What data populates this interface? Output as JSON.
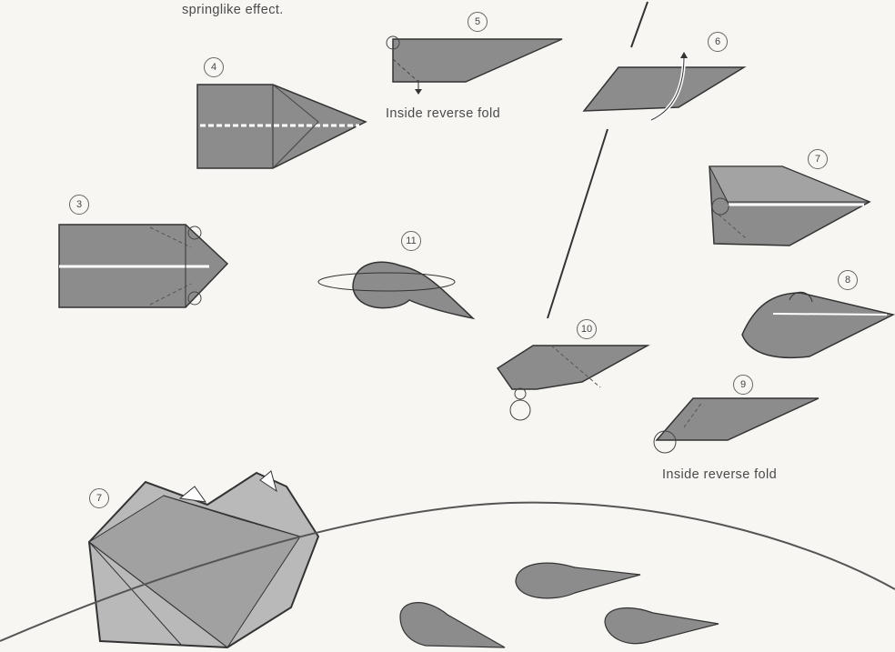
{
  "captions": {
    "top_fragment": "springlike effect.",
    "step5_note": "Inside reverse fold",
    "step9_note": "Inside reverse fold"
  },
  "steps": {
    "s3": "3",
    "s4": "4",
    "s5": "5",
    "s6": "6",
    "s7": "7",
    "s8": "8",
    "s9": "9",
    "s10": "10",
    "s11": "11",
    "s7_model": "7"
  },
  "colors": {
    "paper_fill": "#8c8c8c",
    "paper_dark": "#6f6f6f",
    "paper_light": "#b9b9b9",
    "line": "#3a3a3a",
    "background": "#f7f6f2"
  }
}
